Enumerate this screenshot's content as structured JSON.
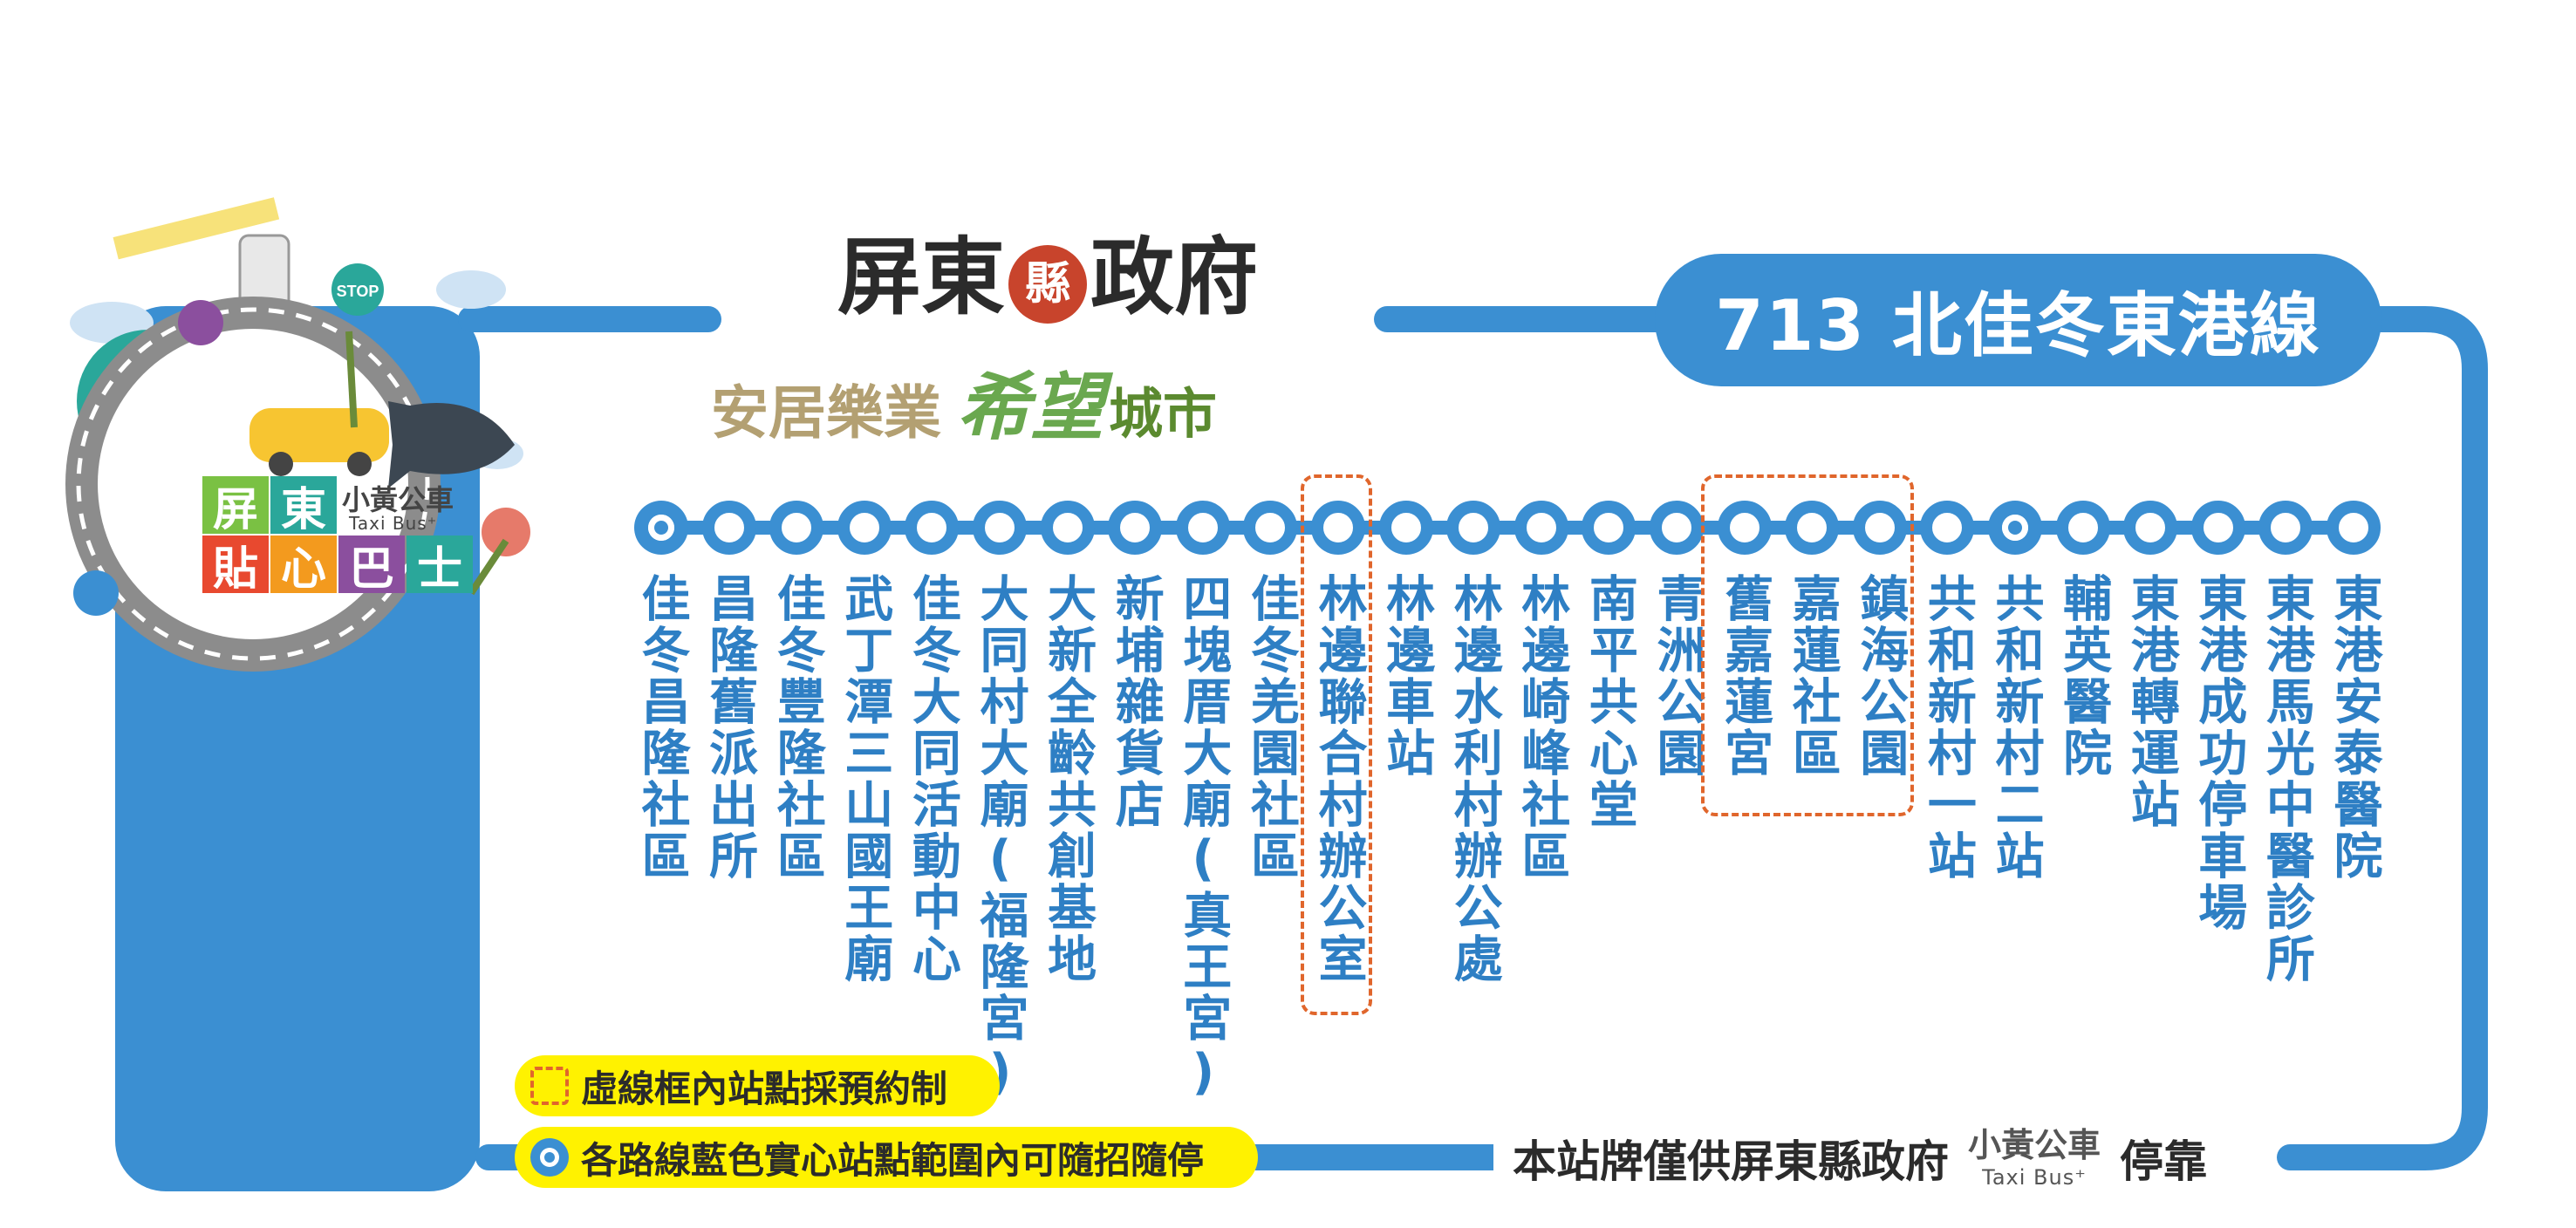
{
  "route": {
    "title": "713 北佳冬東港線"
  },
  "government": {
    "logo_text_left": "屏東",
    "logo_seal": "縣",
    "logo_text_right": "政府",
    "slogan_part1": "安居樂業",
    "slogan_part2": "希望",
    "slogan_part3": "城市"
  },
  "brand": {
    "tile_1": "屏",
    "tile_2": "東",
    "tile_3": "貼",
    "tile_4": "心",
    "tile_5": "巴",
    "tile_6": "士",
    "name_cn": "小黃公車",
    "name_en": "Taxi Bus⁺",
    "sign_text": "STOP"
  },
  "stops": [
    {
      "name": "佳冬昌隆社區",
      "solid": true
    },
    {
      "name": "昌隆舊派出所",
      "solid": false
    },
    {
      "name": "佳冬豐隆社區",
      "solid": false
    },
    {
      "name": "武丁潭三山國王廟",
      "solid": false
    },
    {
      "name": "佳冬大同活動中心",
      "solid": false
    },
    {
      "name": "大同村大廟(福隆宮)",
      "solid": false
    },
    {
      "name": "大新全齡共創基地",
      "solid": false
    },
    {
      "name": "新埔雜貨店",
      "solid": false
    },
    {
      "name": "四塊厝大廟(真王宮)",
      "solid": false
    },
    {
      "name": "佳冬羌園社區",
      "solid": false
    },
    {
      "name": "林邊聯合村辦公室",
      "solid": false
    },
    {
      "name": "林邊車站",
      "solid": false
    },
    {
      "name": "林邊水利村辦公處",
      "solid": false
    },
    {
      "name": "林邊崎峰社區",
      "solid": false
    },
    {
      "name": "南平共心堂",
      "solid": false
    },
    {
      "name": "青洲公園",
      "solid": false
    },
    {
      "name": "舊嘉蓮宮",
      "solid": false
    },
    {
      "name": "嘉蓮社區",
      "solid": false
    },
    {
      "name": "鎮海公園",
      "solid": false
    },
    {
      "name": "共和新村一站",
      "solid": false
    },
    {
      "name": "共和新村二站",
      "solid": true
    },
    {
      "name": "輔英醫院",
      "solid": false
    },
    {
      "name": "東港轉運站",
      "solid": false
    },
    {
      "name": "東港成功停車場",
      "solid": false
    },
    {
      "name": "東港馬光中醫診所",
      "solid": false
    },
    {
      "name": "東港安泰醫院",
      "solid": false
    }
  ],
  "legend": {
    "reservation": "虛線框內站點採預約制",
    "hail_stop": "各路線藍色實心站點範圍內可隨招隨停"
  },
  "notice": {
    "prefix": "本站牌僅供屏東縣政府",
    "brand_cn": "小黃公車",
    "brand_en": "Taxi Bus⁺",
    "suffix": "停靠"
  },
  "colors": {
    "route_blue": "#3b8fd2",
    "stop_text": "#2e7fc4",
    "legend_yellow": "#fff200",
    "dash_orange": "#e0662c"
  }
}
